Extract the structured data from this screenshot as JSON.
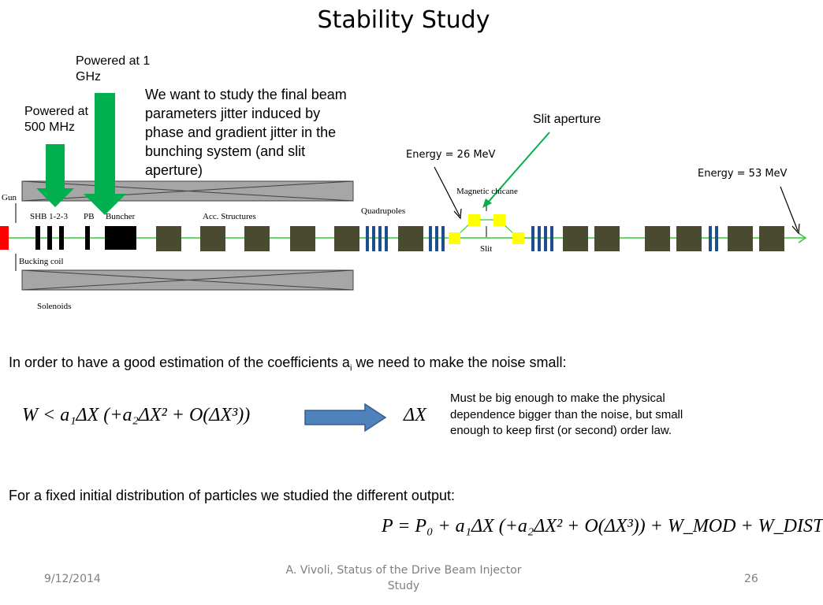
{
  "slide": {
    "title": "Stability Study",
    "labels": {
      "powered_1ghz": "Powered at 1 GHz",
      "powered_500mhz": "Powered at 500 MHz",
      "study_text": "We want to study the final beam parameters jitter induced by phase and gradient jitter in the bunching system (and slit aperture)",
      "slit_aperture": "Slit aperture",
      "energy_26": "Energy = 26 MeV",
      "energy_53": "Energy = 53 MeV"
    },
    "diagram": {
      "gun": "Gun",
      "shb": "SHB 1-2-3",
      "pb": "PB",
      "buncher": "Buncher",
      "acc_structures": "Acc. Structures",
      "quadrupoles": "Quadrupoles",
      "magnetic_chicane": "Magnetic chicane",
      "slit": "Slit",
      "bucking_coil": "Bucking coil",
      "solenoids": "Solenoids"
    },
    "sentence1_pre": "In order to have a good estimation of the coefficients a",
    "sentence1_sub": "i",
    "sentence1_post": " we need to make the noise small:",
    "note": "Must be big enough to make the physical dependence bigger than the noise, but small enough to keep first (or second) order law.",
    "sentence2": "For a fixed initial distribution of particles we studied the different output:",
    "formula_w": "W < a₁ΔX (+a₂ΔX² + O(ΔX³))",
    "formula_dx": "ΔX",
    "formula_p": "P = P₀ + a₁ΔX (+a₂ΔX² + O(ΔX³)) + W_MOD + W_DIST"
  },
  "footer": {
    "date": "9/12/2014",
    "center": "A. Vivoli, Status of the Drive Beam Injector Study",
    "page": "26"
  },
  "colors": {
    "green_arrow": "#00b050",
    "olive_block": "#4a4a30",
    "quad_blue": "#1f4e8c",
    "yellow": "#ffff00",
    "gun_red": "#ff0000",
    "beam_line": "#33cc33",
    "solenoid_gray": "#a6a6a6",
    "blue_arrow": "#4f81bd"
  }
}
